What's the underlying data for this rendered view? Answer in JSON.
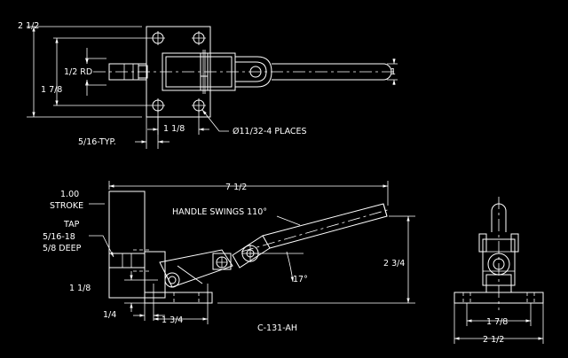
{
  "colors": {
    "background": "#000000",
    "lines": "#ffffff"
  },
  "labels": {
    "top_overall_height": "2 1/2",
    "rod_diameter": "1/2 RD",
    "top_hole_spacing_v": "1 7/8",
    "handle_diameter": "1",
    "hole_spacing_h": "1 1/8",
    "hole_spec": "Ø11/32-4 PLACES",
    "edge_distance": "5/16-TYP.",
    "overall_length": "7 1/2",
    "stroke_value": "1.00",
    "stroke_label": "STROKE",
    "tap_label": "TAP",
    "tap_size": "5/16-18",
    "tap_depth": "5/8 DEEP",
    "handle_swing": "HANDLE SWINGS 110°",
    "side_height": "2 3/4",
    "angle": "17°",
    "side_base_height": "1 1/8",
    "side_base_offset": "1/4",
    "side_base_hole_spacing": "1 3/4",
    "drawing_number": "C-131-AH",
    "end_hole_spacing": "1 7/8",
    "end_base_width": "2 1/2"
  }
}
